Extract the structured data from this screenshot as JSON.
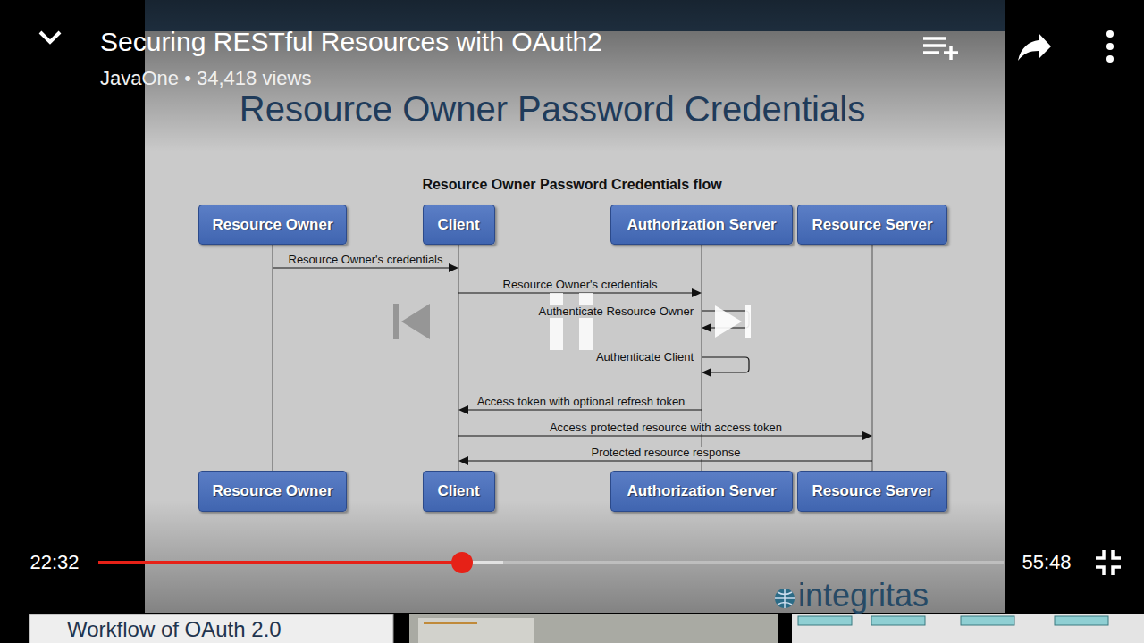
{
  "diagram": {
    "title": "Resource Owner Password Credentials",
    "nodes": [
      {
        "text": [
          "Resource Owner"
        ]
      },
      {
        "text": [
          "Client"
        ]
      },
      {
        "text": [
          "Authorization Server"
        ]
      },
      {
        "text": [
          "Resource Server"
        ]
      },
      {
        "text": [
          "Resource Owner"
        ]
      },
      {
        "text": [
          "Client"
        ]
      },
      {
        "text": [
          "Authorization Server"
        ]
      },
      {
        "text": [
          "Resource Server"
        ]
      }
    ],
    "edges": [
      {
        "from": 0,
        "to": 4,
        "arrow": "none"
      },
      {
        "from": 1,
        "to": 5,
        "arrow": "none"
      },
      {
        "from": 2,
        "to": 6,
        "arrow": "none"
      },
      {
        "from": 3,
        "to": 7,
        "arrow": "none"
      }
    ],
    "labels": [
      "Securing RESTful Resources with OAuth2",
      "JavaOne • 34,418 views",
      "Resource Owner Password Credentials flow",
      "Resource Owner's credentials",
      "Resource Owner's credentials",
      "Authenticate Resource Owner",
      "Authenticate Client",
      "Access token with optional refresh token",
      "Access protected resource with access token",
      "Protected resource response",
      "integritas",
      "22:32",
      "55:48",
      "Workflow of OAuth 2.0"
    ]
  }
}
